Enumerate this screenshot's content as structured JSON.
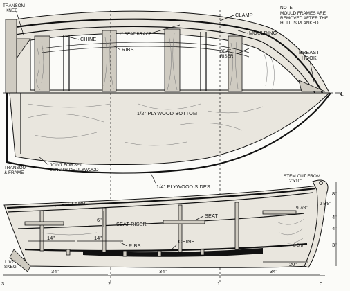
{
  "top_view": {
    "transom_knee": [
      "TRANSOM",
      "KNEE"
    ],
    "clamp": "CLAMP",
    "note_title": "NOTE",
    "note_lines": [
      "MOULD FRAMES ARE",
      "REMOVED AFTER THE",
      "HULL IS PLANKED"
    ],
    "chine": "CHINE",
    "seat_brace": "1\" SEAT BRACE",
    "moulding": "MOULDING",
    "ribs": "RIBS",
    "seat_riser": [
      "SEAT",
      "RISER"
    ],
    "breast_hook": [
      "BREAST",
      "HOOK"
    ],
    "centerline": "℄",
    "plywood_bottom": "1/2\" PLYWOOD BOTTOM",
    "transom_frame": [
      "TRANSOM",
      "& FRAME"
    ],
    "joint": [
      "JOINT FOR 8FT.",
      "LENGTH OF PLYWOOD"
    ],
    "plywood_sides": "1/4\" PLYWOOD SIDES"
  },
  "side_view": {
    "stem_cut": [
      "STEM CUT FROM",
      "2\"x10\""
    ],
    "clamp": "CLAMP",
    "seat": "SEAT",
    "seat_riser": "SEAT RISER",
    "ribs": "RIBS",
    "chine": "CHINE",
    "skeg": [
      "1 1/2\"",
      "SKEG"
    ],
    "dim_14a": "14\"",
    "dim_14b": "14\"",
    "dim_6": "6\"",
    "dim_20": "20\"",
    "dim_34a": "34\"",
    "dim_34b": "34\"",
    "dim_34c": "34\"",
    "dim_8": "8\"",
    "dim_4a": "4\"",
    "dim_4b": "4\"",
    "dim_3": "3\"",
    "dim_85": "8 5/8\"",
    "dim_97": "9 7/8\"",
    "dim_25": "2 5/8\"",
    "stations": [
      "3",
      "2",
      "1",
      "0"
    ]
  }
}
